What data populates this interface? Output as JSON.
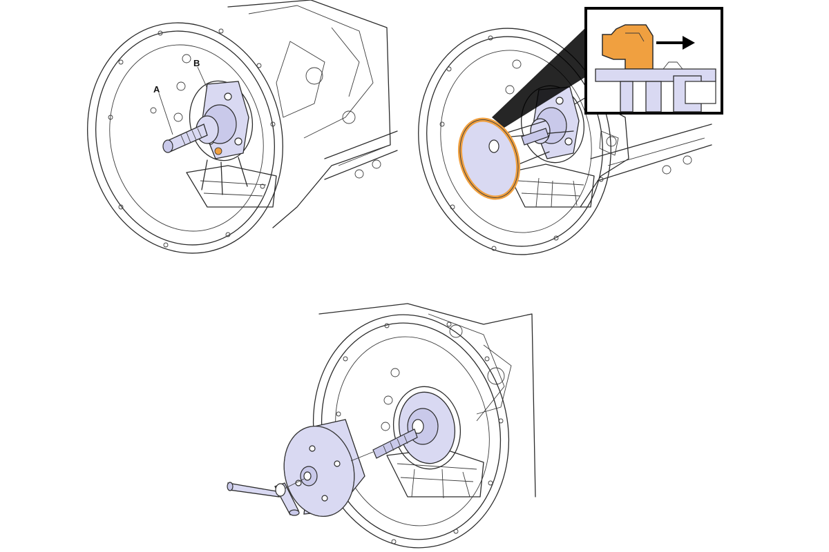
{
  "colors": {
    "tool": "#d9d9f2",
    "tool_dark": "#c9c9ea",
    "highlight": "#f0a040",
    "line": "#2b2b2b",
    "background": "#ffffff"
  },
  "panels": [
    {
      "id": "panel-1",
      "labels": {
        "a": "A",
        "b": "B"
      }
    },
    {
      "id": "panel-2",
      "inset": {
        "arrow": "right-arrow-icon"
      }
    },
    {
      "id": "panel-3"
    }
  ]
}
